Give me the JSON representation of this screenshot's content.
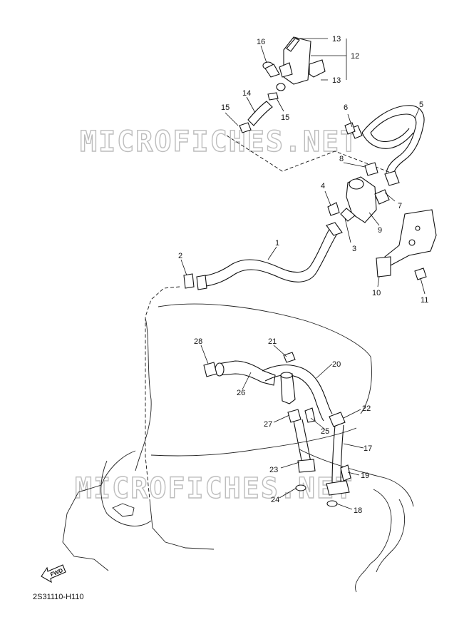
{
  "watermarks": [
    "MICROFICHES.NET",
    "MICROFICHES.NET"
  ],
  "diagram_code": "2S31110-H110",
  "fwd_label": "FWD",
  "callouts": [
    "1",
    "2",
    "3",
    "4",
    "5",
    "6",
    "7",
    "8",
    "9",
    "10",
    "11",
    "12",
    "13",
    "13",
    "14",
    "15",
    "15",
    "16",
    "17",
    "18",
    "19",
    "20",
    "21",
    "22",
    "23",
    "24",
    "25",
    "26",
    "27",
    "28"
  ]
}
